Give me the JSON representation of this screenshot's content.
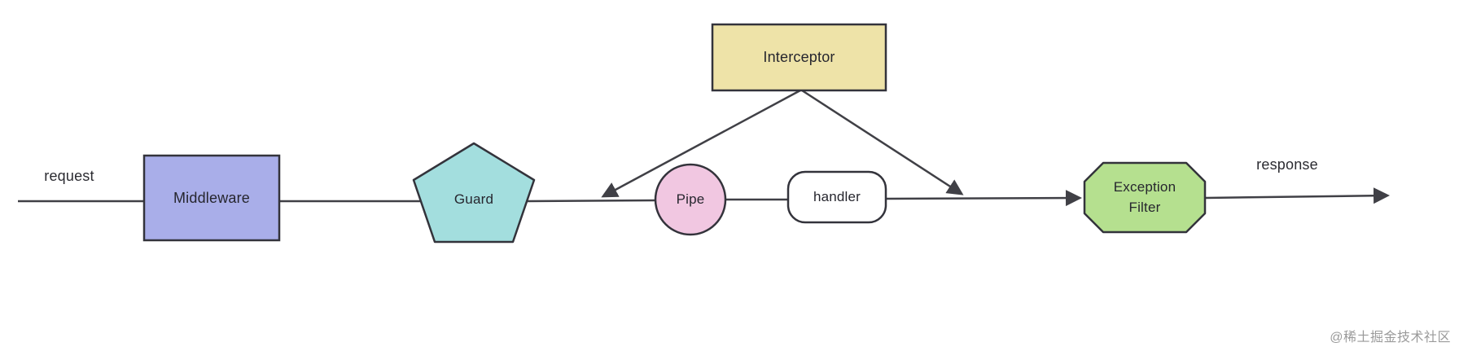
{
  "diagram": {
    "title_hint": "request lifecycle flow",
    "flow": {
      "request_label": "request",
      "response_label": "response"
    },
    "nodes": {
      "middleware": {
        "label": "Middleware",
        "fill": "#a9aee9",
        "shape": "rectangle"
      },
      "guard": {
        "label": "Guard",
        "fill": "#a3dede",
        "shape": "pentagon"
      },
      "interceptor": {
        "label": "Interceptor",
        "fill": "#eee3a8",
        "shape": "rectangle"
      },
      "pipe": {
        "label": "Pipe",
        "fill": "#f1c7e1",
        "shape": "circle"
      },
      "handler": {
        "label": "handler",
        "fill": "#ffffff",
        "shape": "stadium"
      },
      "exception_filter": {
        "label": "Exception\nFilter",
        "fill": "#b5e08f",
        "shape": "octagon"
      }
    },
    "colors": {
      "line": "#404046",
      "shape_border": "#33333b",
      "text": "#26262e",
      "watermark": "#9a9a9a"
    },
    "watermark": "@稀土掘金技术社区"
  }
}
